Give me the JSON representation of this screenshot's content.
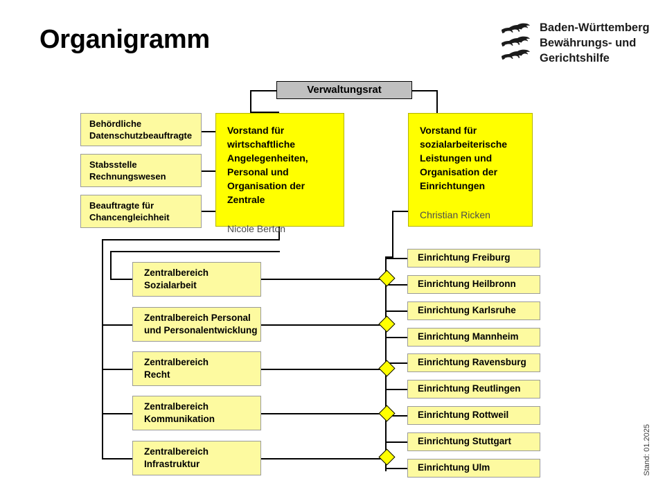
{
  "page": {
    "title": "Organigramm",
    "stand_label": "Stand: 01.2025"
  },
  "logo": {
    "line1": "Baden-Württemberg",
    "line2": "Bewährungs- und",
    "line3": "Gerichtshilfe",
    "emblem": "three-lions-icon"
  },
  "colors": {
    "board_box": "#ffff00",
    "unit_box": "#fdfaa0",
    "council_box": "#c0c0c0",
    "line": "#000000",
    "diamond": "#ffff00"
  },
  "chart": {
    "council": {
      "label": "Verwaltungsrat"
    },
    "boards": [
      {
        "role": "Vorstand für\nwirtschaftliche\nAngelegenheiten,\nPersonal und\nOrganisation der\nZentrale",
        "person": "Nicole Berton"
      },
      {
        "role": "Vorstand für\nsozialarbeiterische\nLeistungen und\nOrganisation der\nEinrichtungen",
        "person": "Christian Ricken"
      }
    ],
    "staff_units": [
      {
        "line1": "Behördliche",
        "line2": "Datenschutzbeauftragte"
      },
      {
        "line1": "Stabsstelle",
        "line2": "Rechnungswesen"
      },
      {
        "line1": "Beauftragte für",
        "line2": "Chancengleichheit"
      }
    ],
    "central_units": [
      {
        "line1": "Zentralbereich",
        "line2": "Sozialarbeit"
      },
      {
        "line1": "Zentralbereich Personal",
        "line2": "und Personalentwicklung"
      },
      {
        "line1": "Zentralbereich",
        "line2": "Recht"
      },
      {
        "line1": "Zentralbereich",
        "line2": "Kommunikation"
      },
      {
        "line1": "Zentralbereich",
        "line2": "Infrastruktur"
      }
    ],
    "facilities": [
      {
        "label": "Einrichtung Freiburg"
      },
      {
        "label": "Einrichtung Heilbronn"
      },
      {
        "label": "Einrichtung Karlsruhe"
      },
      {
        "label": "Einrichtung Mannheim"
      },
      {
        "label": "Einrichtung Ravensburg"
      },
      {
        "label": "Einrichtung Reutlingen"
      },
      {
        "label": "Einrichtung Rottweil"
      },
      {
        "label": "Einrichtung Stuttgart"
      },
      {
        "label": "Einrichtung Ulm"
      }
    ]
  }
}
